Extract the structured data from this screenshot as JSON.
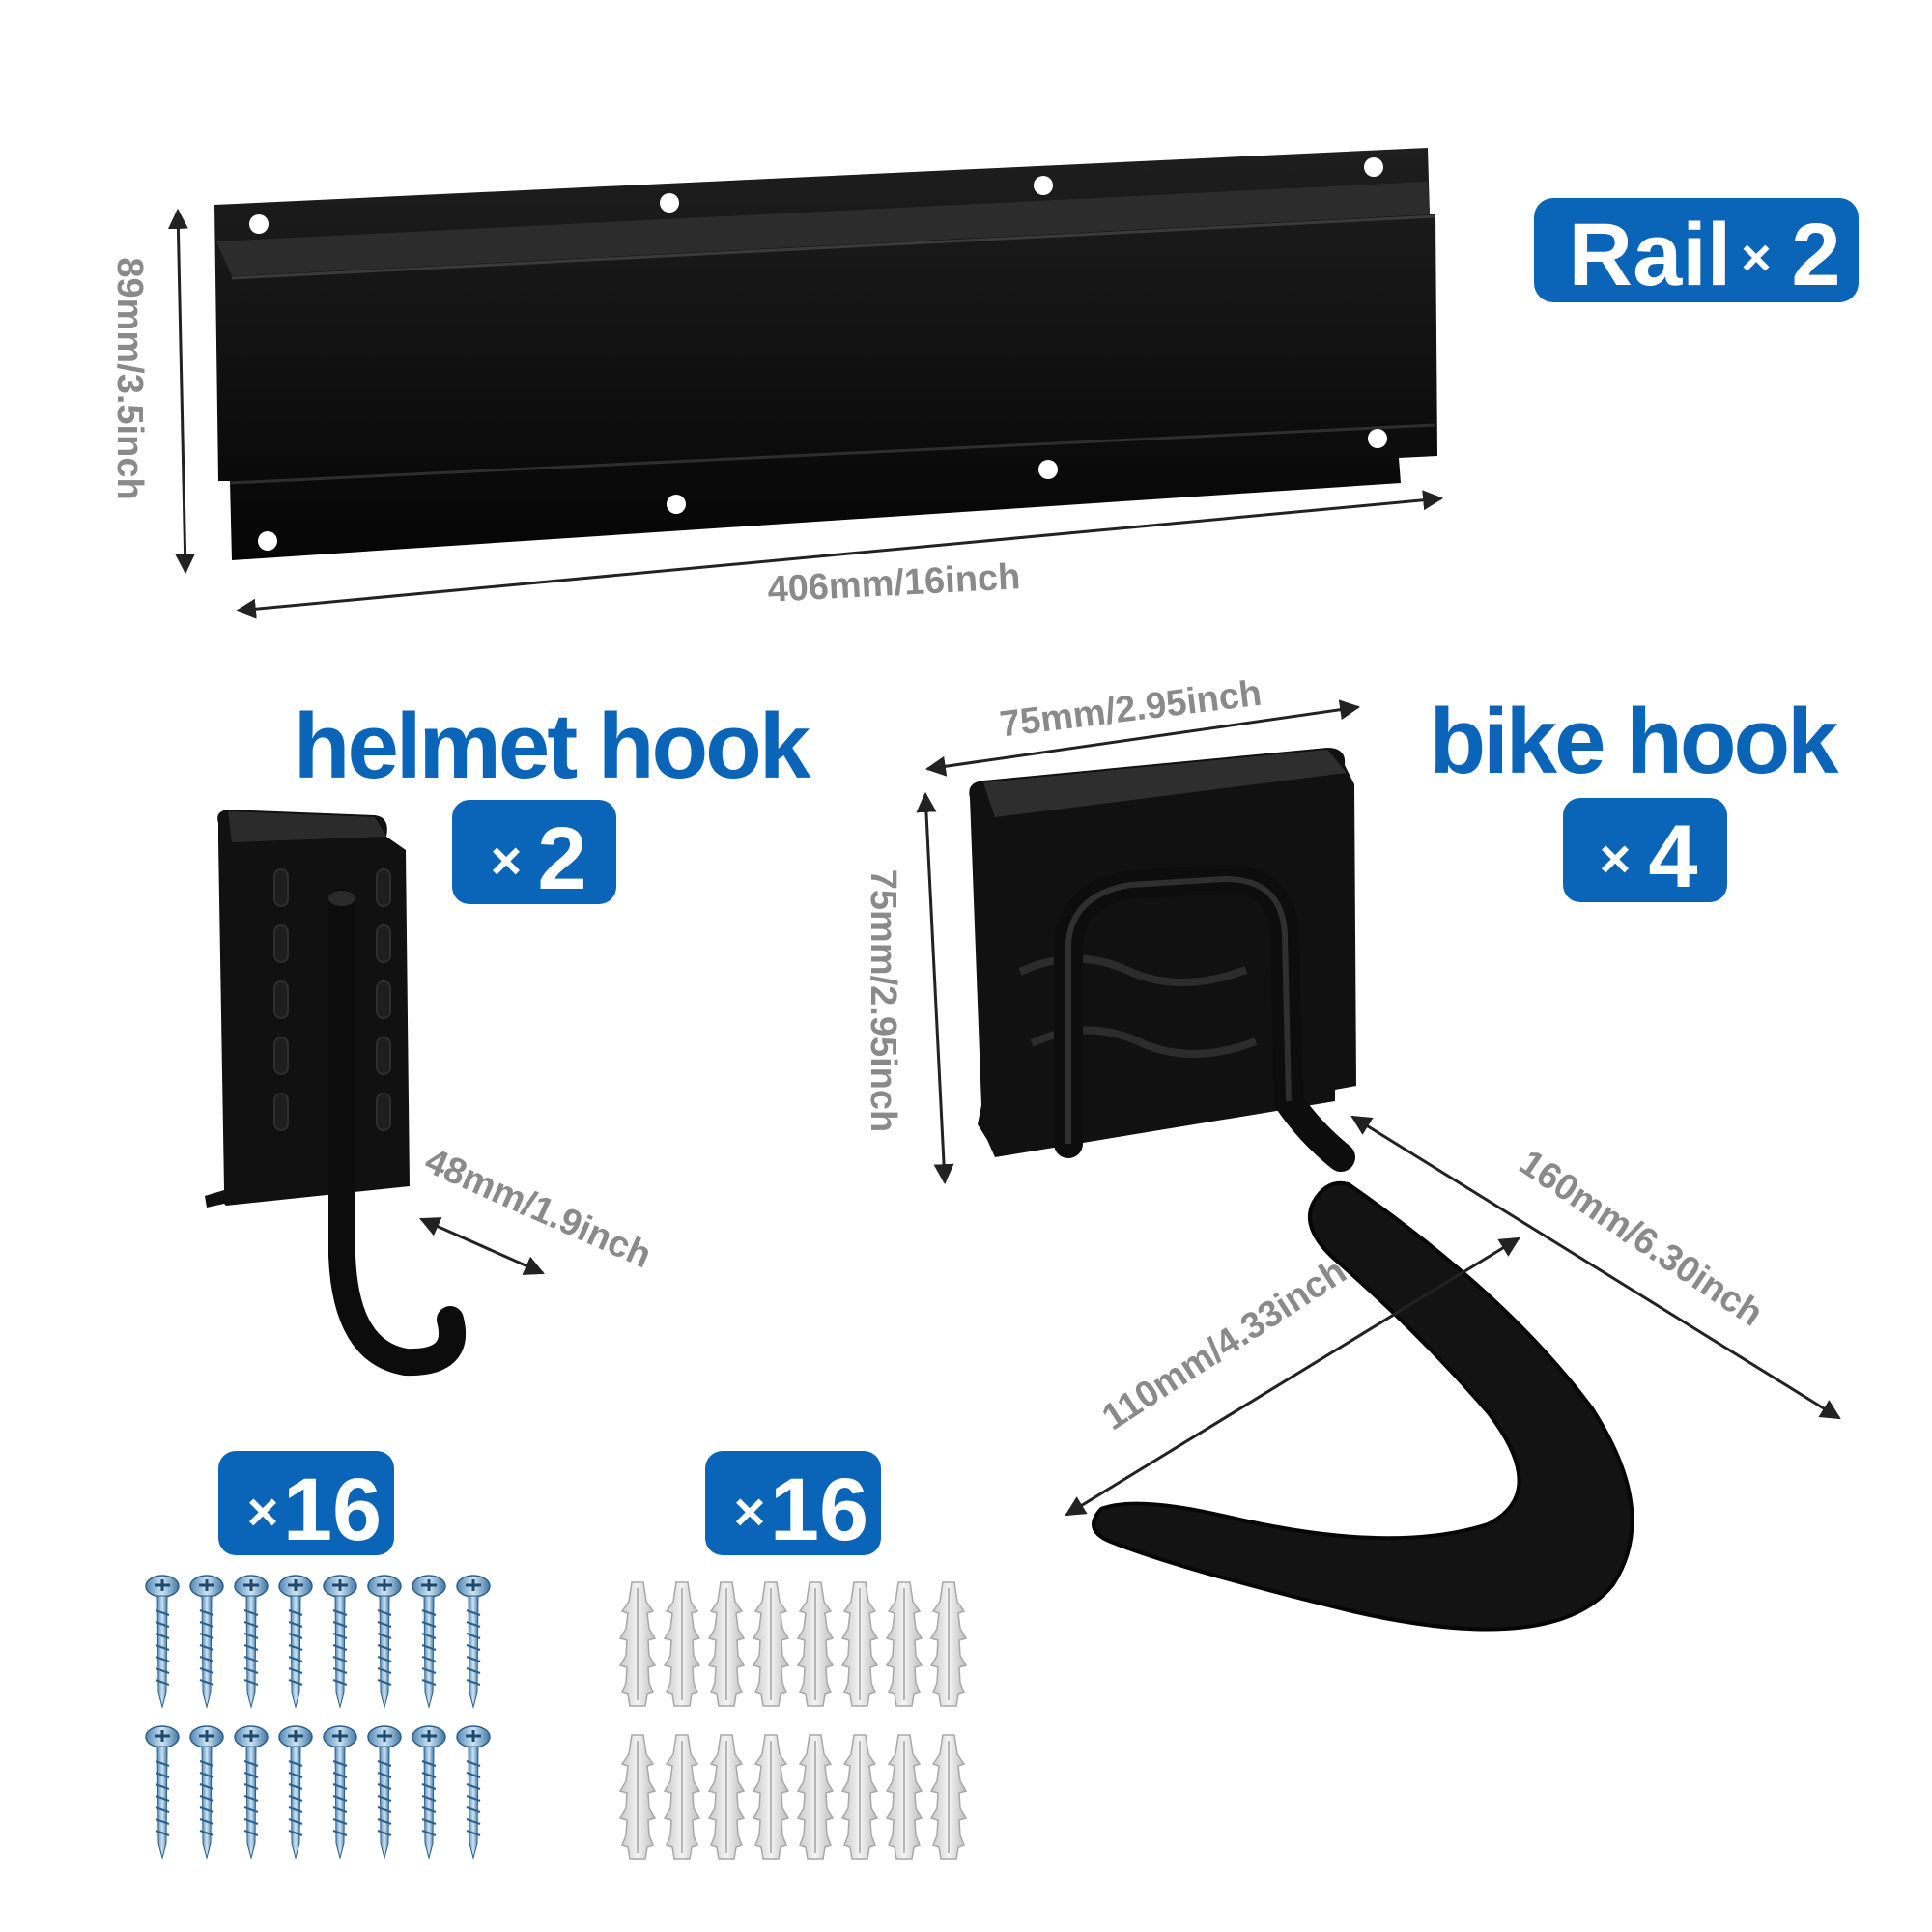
{
  "labels": {
    "rail": {
      "name": "Rail",
      "multiplier": "×",
      "count": "2"
    },
    "helmet_hook": {
      "name": "helmet hook",
      "multiplier": "×",
      "count": "2"
    },
    "bike_hook": {
      "name": "bike hook",
      "multiplier": "×",
      "count": "4"
    },
    "screws": {
      "multiplier": "×",
      "count": "16"
    },
    "anchors": {
      "multiplier": "×",
      "count": "16"
    }
  },
  "dimensions": {
    "rail_height": "89mm/3.5inch",
    "rail_length": "406mm/16inch",
    "helmet_depth": "48mm/1.9inch",
    "bike_plate_width": "75mm/2.95inch",
    "bike_plate_height": "75mm/2.95inch",
    "bike_hook_length": "160mm/6.30inch",
    "bike_hook_opening": "110mm/4.33inch"
  },
  "colors": {
    "accent_blue": "#0a64b8",
    "dimension_gray": "#8a8a8a",
    "product_black": "#101010",
    "screw_blue": "#6fa6cf",
    "anchor_gray": "#e0e0e0"
  },
  "items": {
    "screw_count": 16,
    "anchor_count": 16
  }
}
